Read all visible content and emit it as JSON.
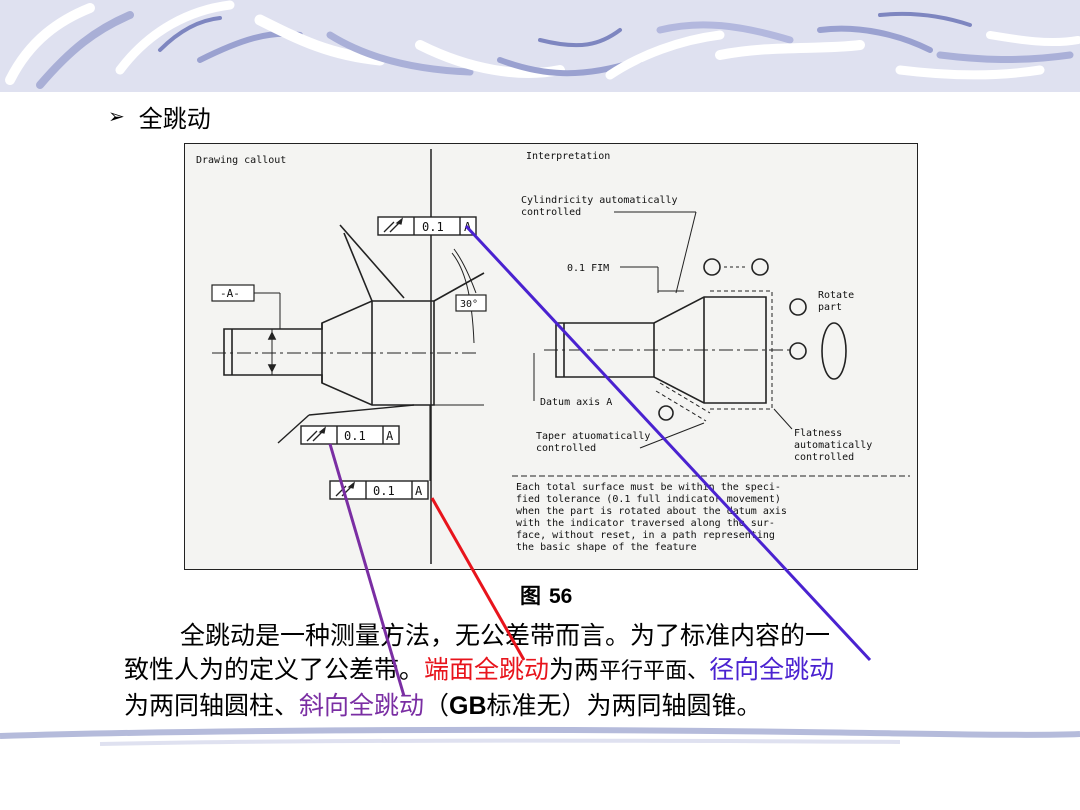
{
  "slide": {
    "heading": "全跳动",
    "figure": {
      "left_title": "Drawing callout",
      "right_title": "Interpretation",
      "datum_label": "-A-",
      "angle_label": "30°",
      "fcf_top": {
        "tolerance": "0.1",
        "datum": "A"
      },
      "fcf_mid": {
        "tolerance": "0.1",
        "datum": "A"
      },
      "fcf_bottom": {
        "tolerance": "0.1",
        "datum": "A"
      },
      "cyl_note_line1": "Cylindricity automatically",
      "cyl_note_line2": "controlled",
      "fim_label": "0.1 FIM",
      "rotate_line1": "Rotate",
      "rotate_line2": "part",
      "datum_axis_label": "Datum axis A",
      "taper_line1": "Taper atuomatically",
      "taper_line2": "controlled",
      "flat_line1": "Flatness",
      "flat_line2": "automatically",
      "flat_line3": "controlled",
      "note_lines": [
        "Each total surface must be within the speci-",
        "fied tolerance (0.1 full indicator movement)",
        "when the part is rotated about the datum axis",
        "with the indicator traversed along the sur-",
        "face, without reset, in a path representing",
        "the basic shape of the feature"
      ]
    },
    "caption_label": "图",
    "caption_number": "56",
    "paragraph": {
      "line1": "全跳动是一种测量方法，无公差带而言。为了标准内容的一",
      "line2_a": "致性人为的定义了公差带。",
      "line2_red": "端面全跳动",
      "line2_b": "为两",
      "line2_c": "平行平面、",
      "line2_blue": "径向全跳动",
      "line3_a": "为两同轴圆柱、",
      "line3_purple": "斜向全跳动",
      "line3_b": "（",
      "line3_gb": "GB",
      "line3_c": "标准无）为两同轴圆锥。"
    },
    "colors": {
      "red": "#e8141c",
      "blue": "#4a22d0",
      "purple": "#7a2ea3",
      "deco": "#b5bbdb"
    }
  }
}
